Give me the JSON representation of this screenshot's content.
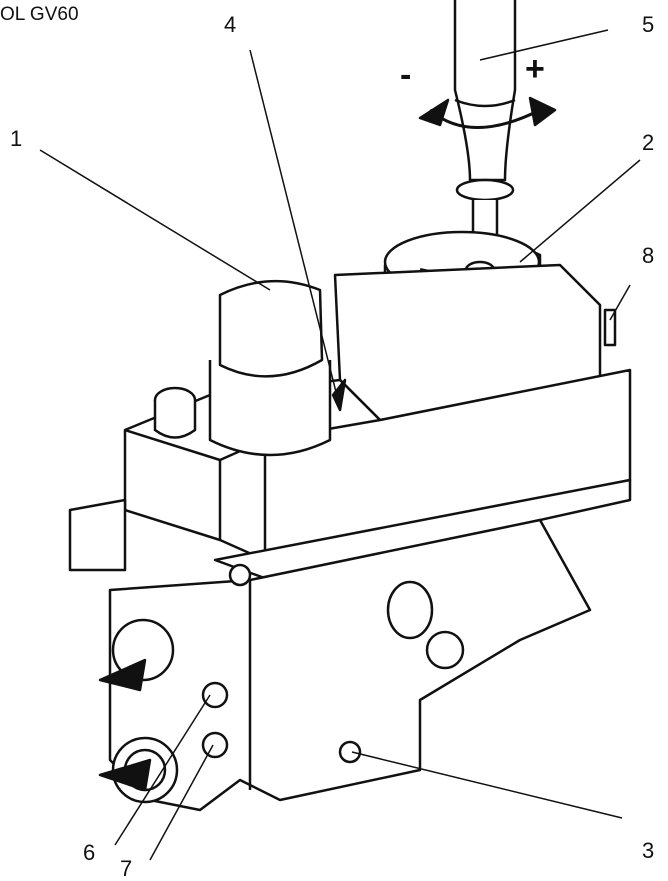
{
  "title": "OL GV60",
  "callouts": [
    "1",
    "2",
    "3",
    "4",
    "5",
    "6",
    "7",
    "8"
  ],
  "knob_signs": {
    "minus": "-",
    "plus": "+"
  }
}
